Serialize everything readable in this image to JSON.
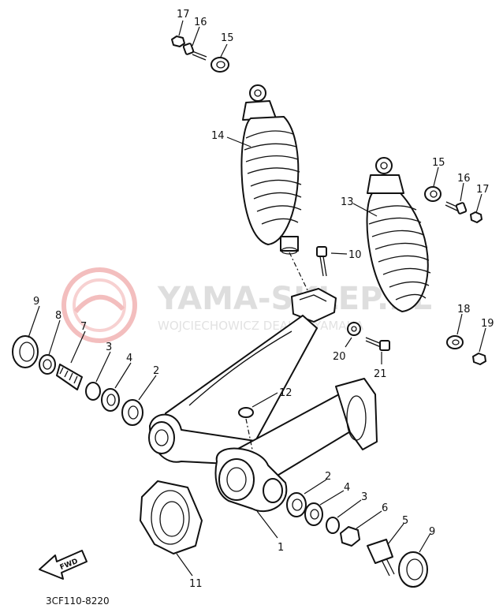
{
  "diagram_code": "3CF110-8220",
  "fwd_label": "FWD",
  "watermark": {
    "title": "YAMA-SKLEP.PL",
    "subtitle": "WOJCIECHOWICZ DEALER YAMAHA",
    "accent": "#e23a3a"
  },
  "callouts": {
    "p1": "1",
    "p2a": "2",
    "p2b": "2",
    "p3a": "3",
    "p3b": "3",
    "p4a": "4",
    "p4b": "4",
    "p5": "5",
    "p6": "6",
    "p7": "7",
    "p8": "8",
    "p9a": "9",
    "p9b": "9",
    "p10": "10",
    "p11": "11",
    "p12": "12",
    "p13": "13",
    "p14": "14",
    "p15a": "15",
    "p15b": "15",
    "p16a": "16",
    "p16b": "16",
    "p17a": "17",
    "p17b": "17",
    "p18": "18",
    "p19": "19",
    "p20": "20",
    "p21": "21"
  }
}
